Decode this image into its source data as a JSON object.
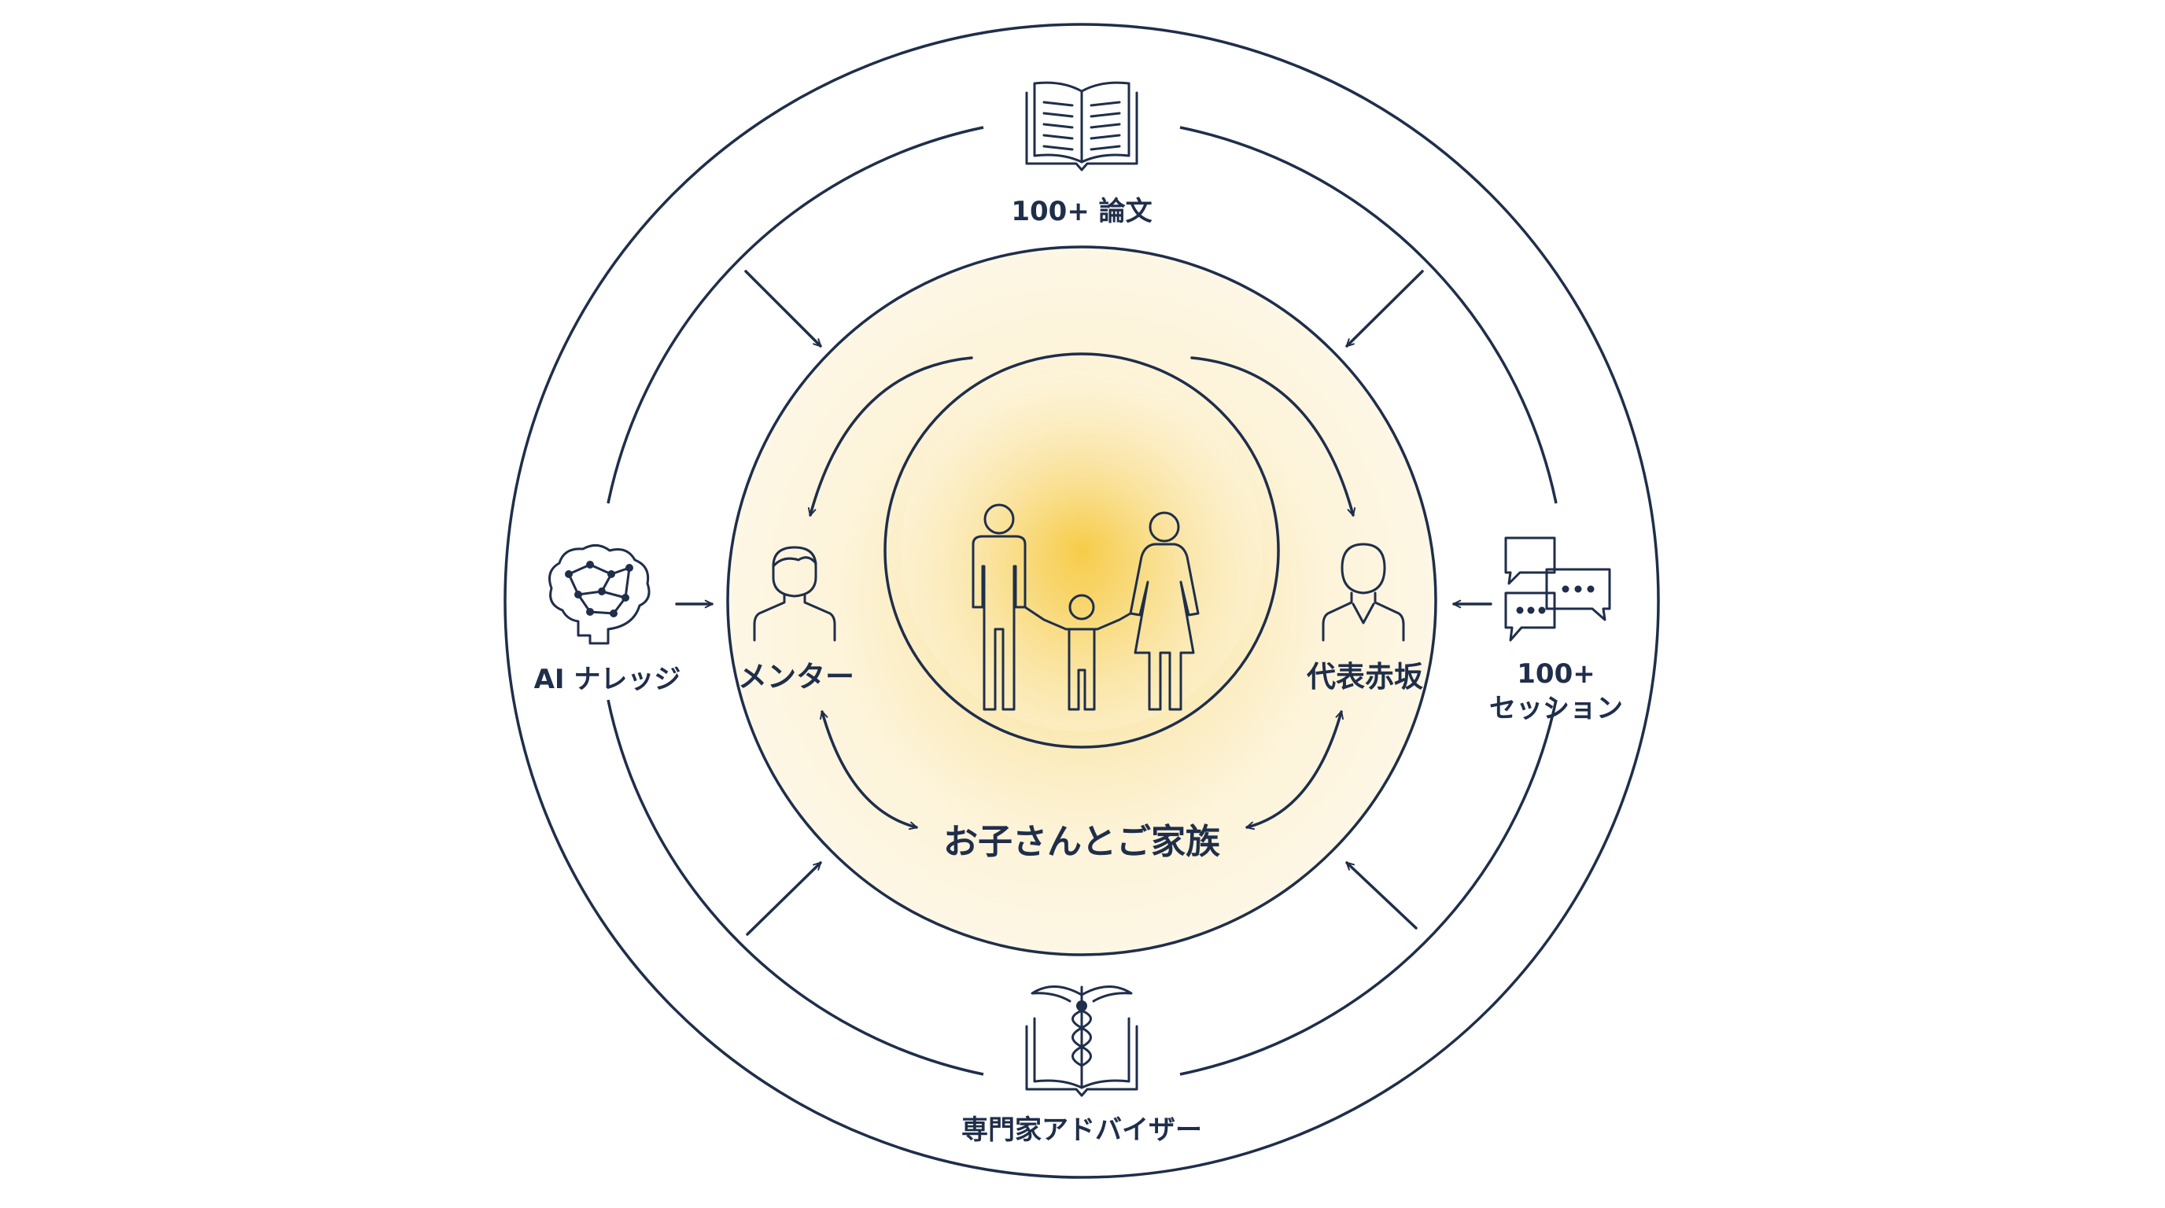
{
  "colors": {
    "ink": "#1f2e4a",
    "glow_center": "#f6cf52",
    "glow_edge": "#fdf6e3",
    "background": "#ffffff"
  },
  "diagram": {
    "center_label": "お子さんとご家族",
    "inner_nodes": {
      "mentor": "メンター",
      "representative": "代表赤坂"
    },
    "outer_nodes": {
      "papers": "100+ 論文",
      "ai_knowledge": "AI ナレッジ",
      "sessions_line1": "100+",
      "sessions_line2": "セッション",
      "expert_advisors": "専門家アドバイザー"
    },
    "icons": {
      "papers": "open-book-icon",
      "ai_knowledge": "brain-network-icon",
      "sessions": "chat-bubbles-icon",
      "expert_advisors": "caduceus-book-icon",
      "mentor": "person-icon",
      "representative": "person-bust-icon",
      "center": "family-icon"
    }
  }
}
